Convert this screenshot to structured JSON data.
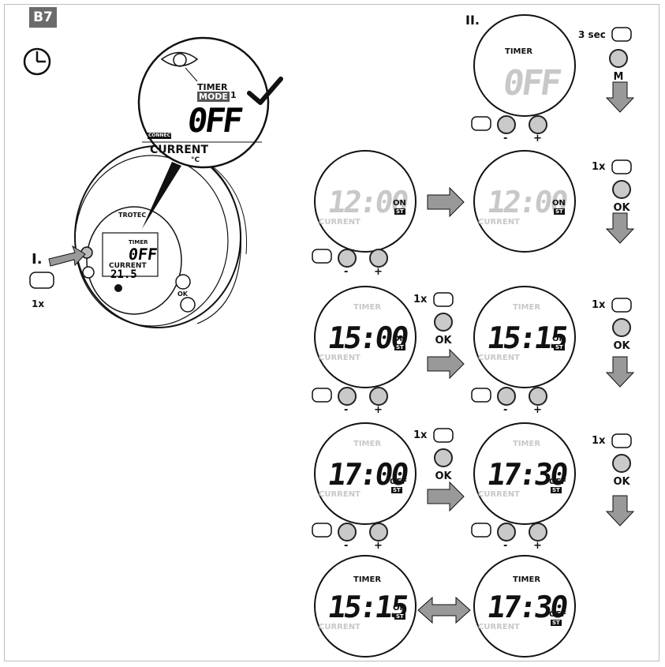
{
  "badge": "B7",
  "step1": {
    "label": "I.",
    "count": "1x"
  },
  "step2": {
    "label": "II.",
    "hold": "3 sec",
    "button": "M"
  },
  "zoom": {
    "timer": "TIMER",
    "mode": "MODE",
    "digit": "1",
    "value": "0FF",
    "connect": "CONNECT",
    "current": "CURRENT",
    "unit": "°C"
  },
  "device": {
    "brand": "TROTEC",
    "value": "0FF",
    "timer": "TIMER",
    "current": "CURRENT",
    "temp": "21.5",
    "ok": "OK"
  },
  "plus": "+",
  "minus": "-",
  "ok": "OK",
  "once": "1x",
  "displays": [
    {
      "digits": "0FF",
      "timer": "TIMER",
      "tag": ""
    },
    {
      "digits": "12:00",
      "timer": "",
      "tag": "ON"
    },
    {
      "digits": "12:00",
      "timer": "",
      "tag": "ON"
    },
    {
      "digits": "15:00",
      "timer": "TIMER",
      "tag": "ON"
    },
    {
      "digits": "15:15",
      "timer": "TIMER",
      "tag": "ON"
    },
    {
      "digits": "17:00",
      "timer": "TIMER",
      "tag": "OFF"
    },
    {
      "digits": "17:30",
      "timer": "TIMER",
      "tag": "OFF"
    },
    {
      "digits": "15:15",
      "timer": "TIMER",
      "tag": "ON"
    },
    {
      "digits": "17:30",
      "timer": "TIMER",
      "tag": "OFF"
    }
  ],
  "current": "CURRENT",
  "unit_c": "°C",
  "temp": "21.5",
  "tag_suffix": "ST"
}
